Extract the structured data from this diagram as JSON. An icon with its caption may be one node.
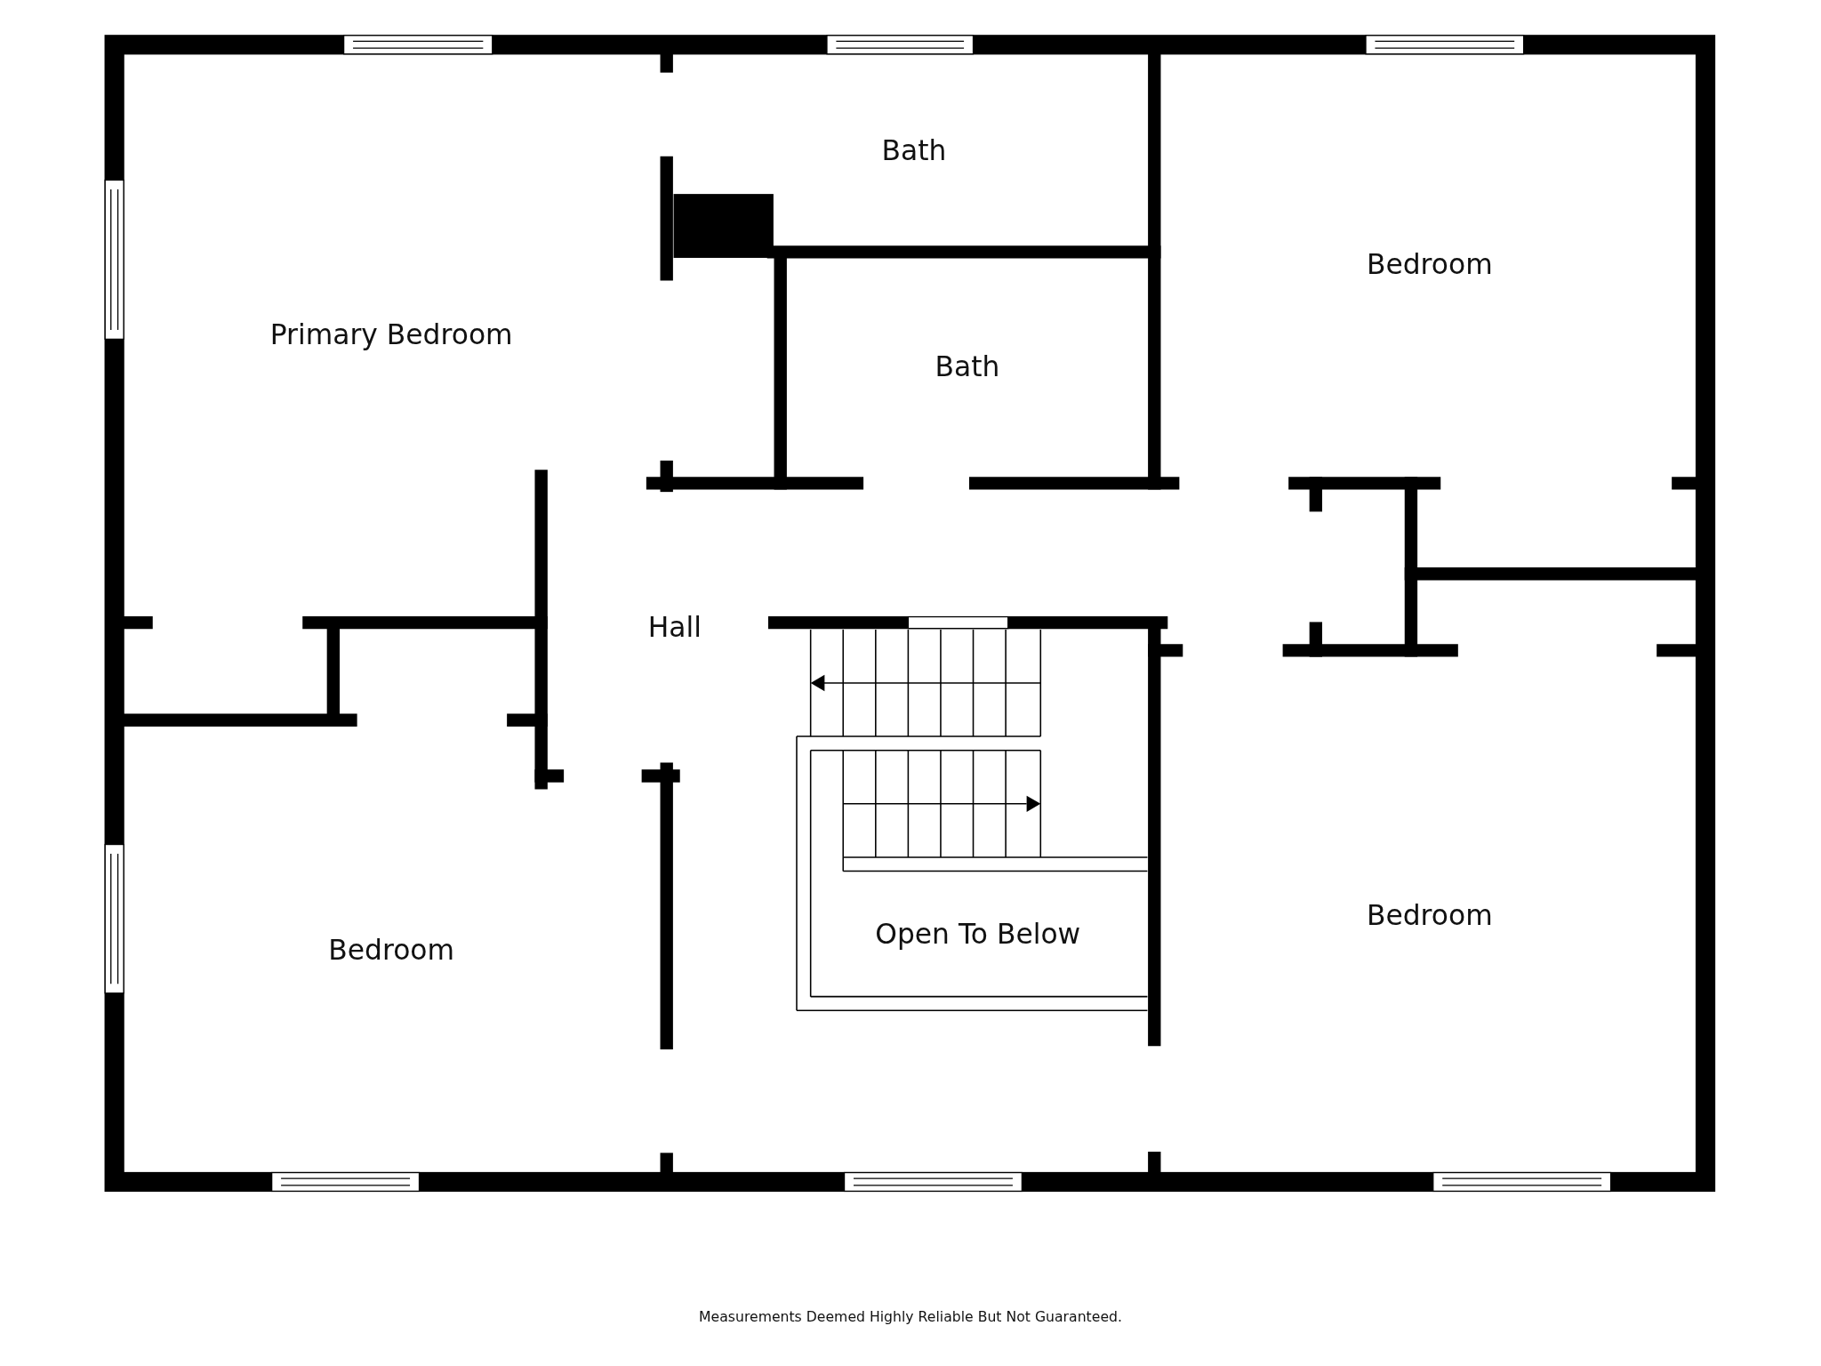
{
  "diagram": {
    "caption": "Measurements Deemed Highly Reliable But Not Guaranteed.",
    "nodes": [
      {
        "text": [
          "Bath"
        ]
      },
      {
        "text": [
          "Bedroom"
        ]
      },
      {
        "text": [
          "Primary Bedroom"
        ]
      },
      {
        "text": [
          "Bath"
        ]
      },
      {
        "text": [
          "Hall"
        ]
      },
      {
        "text": [
          "Bedroom"
        ]
      },
      {
        "text": [
          "Open To Below"
        ]
      },
      {
        "text": [
          "Bedroom"
        ]
      }
    ]
  }
}
